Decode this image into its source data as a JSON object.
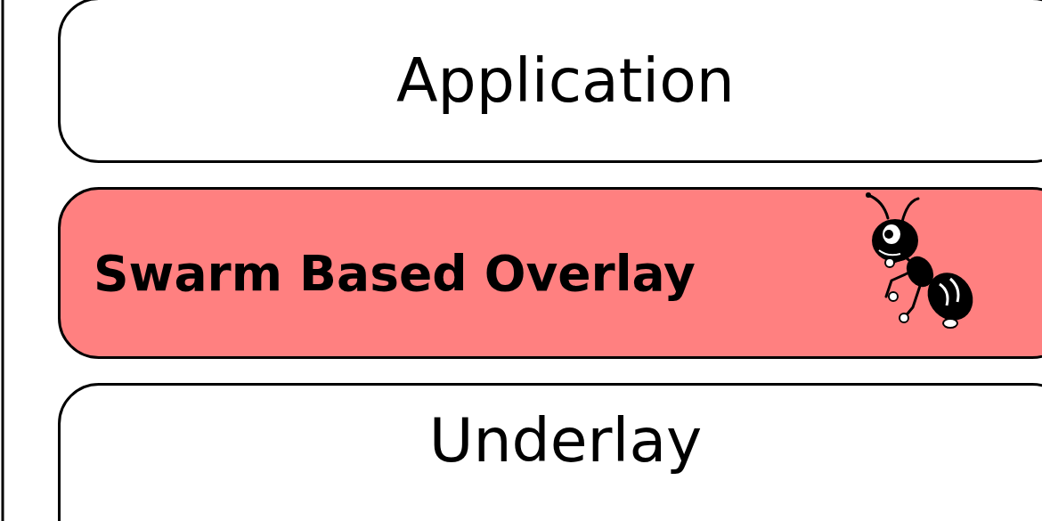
{
  "diagram": {
    "nodes": [
      {
        "text": [
          "Application"
        ]
      },
      {
        "text": [
          "Swarm Based Overlay"
        ]
      },
      {
        "text": [
          "Underlay"
        ]
      }
    ]
  }
}
